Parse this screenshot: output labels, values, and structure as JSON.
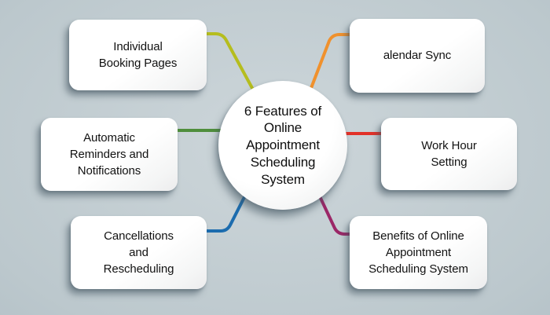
{
  "diagram": {
    "center": {
      "label": "6 Features of\nOnline\nAppointment\nScheduling\nSystem"
    },
    "nodes": [
      {
        "id": "individual-booking-pages",
        "label": "Individual\nBooking Pages",
        "connector_color": "#b5bd1e"
      },
      {
        "id": "calendar-sync",
        "label": "alendar Sync",
        "connector_color": "#f0912d"
      },
      {
        "id": "automatic-reminders-and-notifications",
        "label": "Automatic\nReminders and\nNotifications",
        "connector_color": "#4f8e3c"
      },
      {
        "id": "work-hour-setting",
        "label": "Work Hour\nSetting",
        "connector_color": "#e23128"
      },
      {
        "id": "cancellations-and-rescheduling",
        "label": "Cancellations\nand\nRescheduling",
        "connector_color": "#1c6cae"
      },
      {
        "id": "benefits-of-online-appointment-scheduling-system",
        "label": "Benefits of Online\nAppointment\nScheduling System",
        "connector_color": "#9b2767"
      }
    ],
    "colors": {
      "background_center": "#cdd6da",
      "background_edge": "#9fadb5",
      "node_fill": "#ffffff",
      "text": "#121212"
    }
  }
}
